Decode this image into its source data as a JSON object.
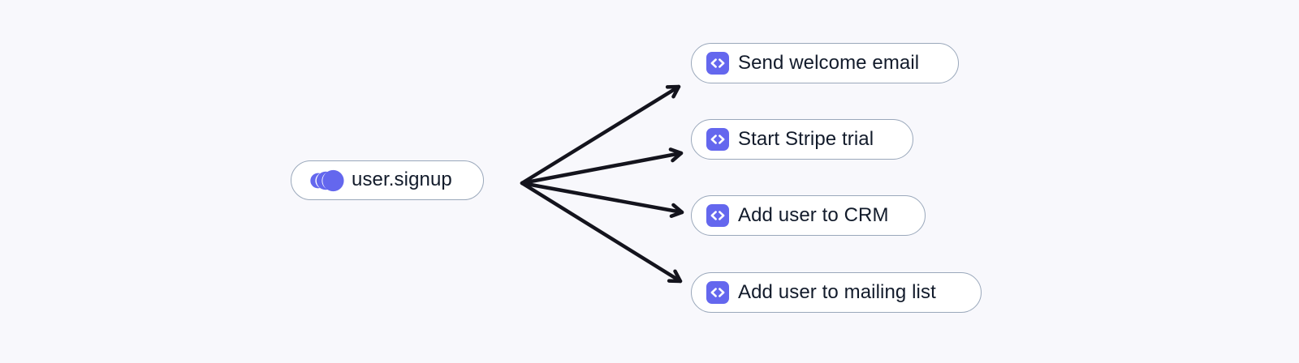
{
  "colors": {
    "background": "#f8f8fc",
    "accent": "#6467ee",
    "pill_fill": "#ffffff",
    "pill_border": "#9aa8bb",
    "text": "#121b2b",
    "arrow": "#14141d",
    "icon_glyph": "#ffffff"
  },
  "event_node": {
    "label": "user.signup",
    "icon": "event-ripple-icon"
  },
  "action_nodes": [
    {
      "label": "Send welcome email",
      "icon": "code-icon"
    },
    {
      "label": "Start Stripe trial",
      "icon": "code-icon"
    },
    {
      "label": "Add user to CRM",
      "icon": "code-icon"
    },
    {
      "label": "Add user to mailing list",
      "icon": "code-icon"
    }
  ]
}
